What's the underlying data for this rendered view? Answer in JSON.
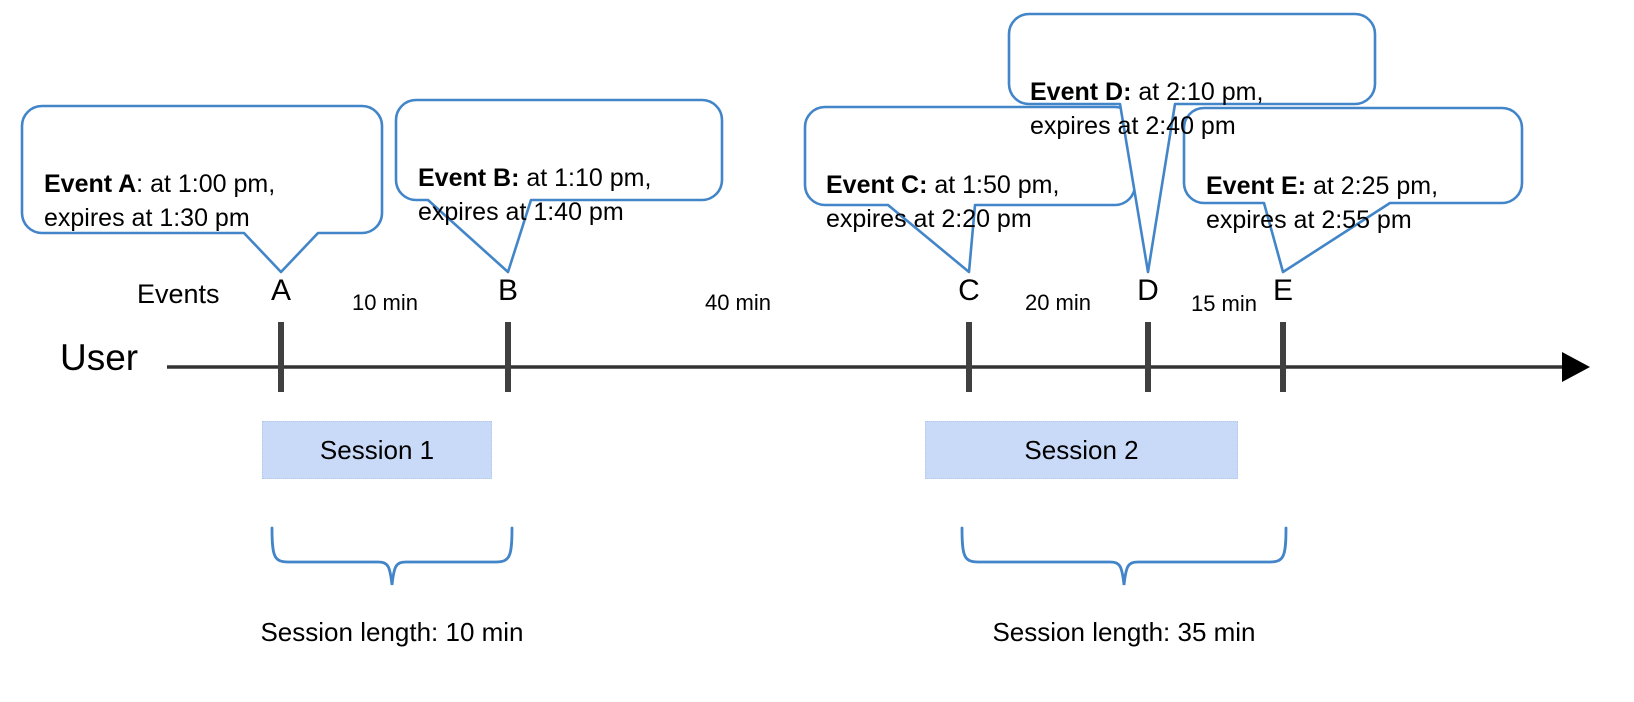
{
  "diagram": {
    "title": "User session timeline with event expiry callouts",
    "colors": {
      "callout_stroke": "#4285c8",
      "brace_stroke": "#4285c8",
      "session_fill": "#c9daf8",
      "session_border": "#b4c7e7",
      "axis": "#333333",
      "marker": "#404040",
      "text": "#000000"
    }
  },
  "callouts": [
    {
      "id": "event-a",
      "lead": "Event A",
      "separator": ": ",
      "body": "at 1:00 pm,\nexpires at 1:30 pm",
      "full_text": "Event A: at 1:00 pm, expires at 1:30 pm",
      "event_time": "1:00 pm",
      "expires_time": "1:30 pm",
      "points_to": "A"
    },
    {
      "id": "event-b",
      "lead": "Event B:",
      "separator": " ",
      "body": "at 1:10 pm,\nexpires at 1:40 pm",
      "full_text": "Event B: at 1:10 pm, expires at 1:40 pm",
      "event_time": "1:10 pm",
      "expires_time": "1:40 pm",
      "points_to": "B"
    },
    {
      "id": "event-c",
      "lead": "Event C:",
      "separator": " ",
      "body": "at 1:50 pm,\nexpires at 2:20 pm",
      "full_text": "Event C: at 1:50 pm, expires at 2:20 pm",
      "event_time": "1:50 pm",
      "expires_time": "2:20 pm",
      "points_to": "C"
    },
    {
      "id": "event-d",
      "lead": "Event D:",
      "separator": " ",
      "body": "at 2:10 pm,\nexpires at 2:40 pm",
      "full_text": "Event D: at 2:10 pm, expires at 2:40 pm",
      "event_time": "2:10 pm",
      "expires_time": "2:40 pm",
      "points_to": "D"
    },
    {
      "id": "event-e",
      "lead": "Event E:",
      "separator": " ",
      "body": "at 2:25 pm,\nexpires at 2:55 pm",
      "full_text": "Event E: at 2:25 pm, expires at 2:55 pm",
      "event_time": "2:25 pm",
      "expires_time": "2:55 pm",
      "points_to": "E"
    }
  ],
  "timeline": {
    "row_label": "User",
    "events_label": "Events",
    "markers": [
      {
        "id": "A",
        "label": "A"
      },
      {
        "id": "B",
        "label": "B"
      },
      {
        "id": "C",
        "label": "C"
      },
      {
        "id": "D",
        "label": "D"
      },
      {
        "id": "E",
        "label": "E"
      }
    ],
    "intervals": [
      {
        "id": "a-b",
        "label": "10 min",
        "from": "A",
        "to": "B"
      },
      {
        "id": "b-c",
        "label": "40 min",
        "from": "B",
        "to": "C"
      },
      {
        "id": "c-d",
        "label": "20 min",
        "from": "C",
        "to": "D"
      },
      {
        "id": "d-e",
        "label": "15 min",
        "from": "D",
        "to": "E"
      }
    ]
  },
  "sessions": [
    {
      "id": "session-1",
      "label": "Session 1",
      "caption": "Session length: 10 min",
      "spans": [
        "A",
        "B"
      ]
    },
    {
      "id": "session-2",
      "label": "Session 2",
      "caption": "Session length: 35 min",
      "spans": [
        "C",
        "E"
      ]
    }
  ]
}
